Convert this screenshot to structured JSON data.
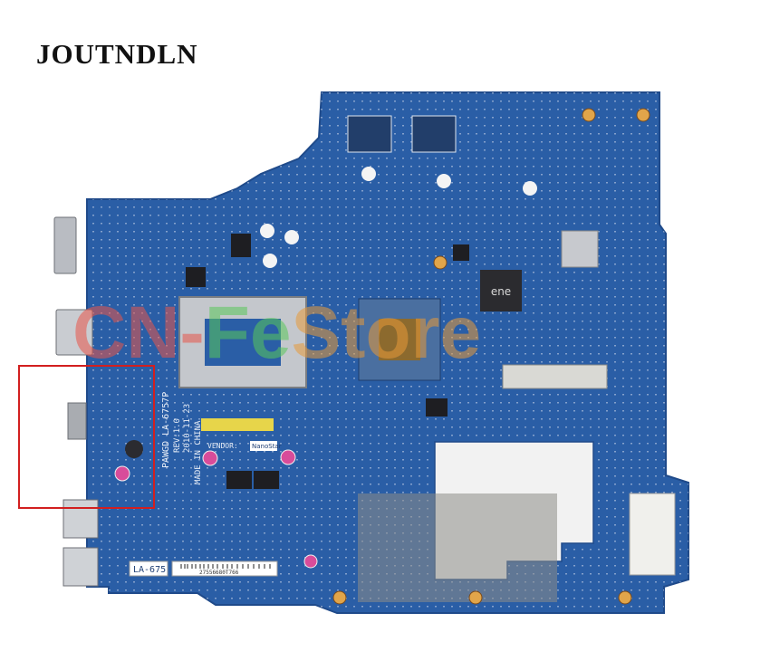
{
  "brand": "JOUTNDLN",
  "watermark": {
    "part1": "CN-",
    "part2": "Fe",
    "part3": "Store"
  },
  "board": {
    "silkscreen_model": "PAWGD LA-6757P",
    "silkscreen_rev": "REV:1.0",
    "silkscreen_date": "2010-11-23",
    "silkscreen_origin": "MADE IN CHINA",
    "silkscreen_vendor": "VENDOR:",
    "vendor_sticker": "NanoStar",
    "bottom_label": "LA-675",
    "barcode_number": "27556680T766",
    "chip_logo": "ene",
    "colors": {
      "pcb": "#2a5ea6",
      "pcb_dark": "#1f4a8a",
      "highlight_box": "#d21f1f",
      "watermark_red": "#e8554a",
      "watermark_green": "#59c85a",
      "watermark_orange": "#e79a3a"
    }
  }
}
